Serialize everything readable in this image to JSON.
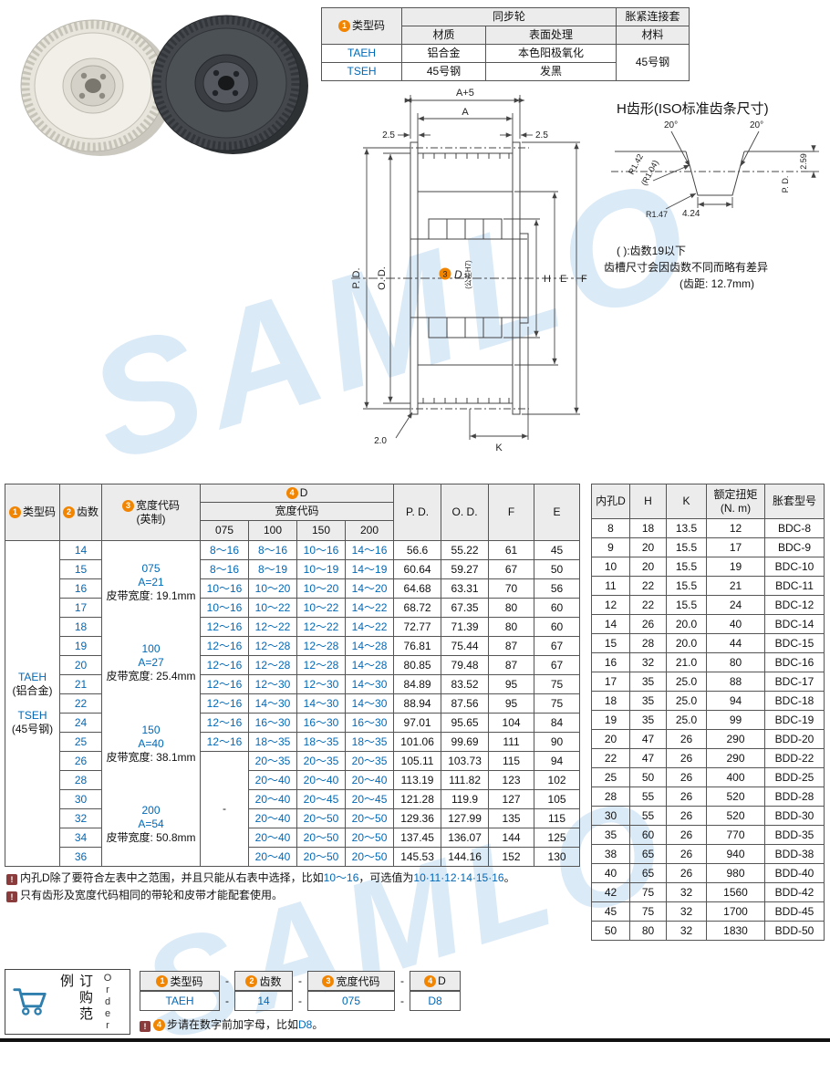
{
  "watermark": {
    "text": "SAMLO"
  },
  "spec_table": {
    "col_type": {
      "num": "1",
      "text": "类型码"
    },
    "col_pulley": "同步轮",
    "col_sleeve": "胀紧连接套",
    "sub_material": "材质",
    "sub_surface": "表面处理",
    "sub_sleeve_material": "材料",
    "rows": [
      {
        "code": "TAEH",
        "material": "铝合金",
        "surface": "本色阳极氧化"
      },
      {
        "code": "TSEH",
        "material": "45号钢",
        "surface": "发黑"
      }
    ],
    "sleeve_material": "45号钢"
  },
  "drawing": {
    "dim_a5": "A+5",
    "dim_a": "A",
    "dim_25l": "2.5",
    "dim_25r": "2.5",
    "dim_pd": "P. D.",
    "dim_od": "O. D.",
    "bore_num": "3",
    "bore_label": "D",
    "bore_tol": "(公差H7)",
    "dim_h": "H",
    "dim_e": "E",
    "dim_f": "F",
    "dim_k": "K",
    "dim_20": "2.0"
  },
  "tooth_profile": {
    "title": "H齿形(ISO标准齿条尺寸)",
    "angle_left": "20°",
    "angle_right": "20°",
    "r1": "R1.42",
    "r1b": "(R1.04)",
    "r2": "R1.47",
    "width": "4.24",
    "pd": "P. D.",
    "depth": "2.59",
    "note1": "( ):齿数19以下",
    "note2": "齿槽尺寸会因齿数不同而略有差异",
    "note3": "(齿距: 12.7mm)"
  },
  "main_table": {
    "h_type": {
      "num": "1",
      "text": "类型码"
    },
    "h_teeth": {
      "num": "2",
      "text": "齿数"
    },
    "h_width": {
      "num": "3",
      "text": "宽度代码",
      "text2": "(英制)"
    },
    "h_d": {
      "num": "4",
      "text": "D"
    },
    "h_width_code": "宽度代码",
    "d_cols": [
      "075",
      "100",
      "150",
      "200"
    ],
    "h_pd": "P. D.",
    "h_od": "O. D.",
    "h_f": "F",
    "h_e": "E",
    "type_codes": [
      {
        "code": "TAEH",
        "note": "(铝合金)"
      },
      {
        "code": "TSEH",
        "note": "(45号钢)"
      }
    ],
    "width_groups": [
      {
        "code": "075",
        "a": "A=21",
        "belt": "皮带宽度: 19.1mm"
      },
      {
        "code": "100",
        "a": "A=27",
        "belt": "皮带宽度: 25.4mm"
      },
      {
        "code": "150",
        "a": "A=40",
        "belt": "皮带宽度: 38.1mm"
      },
      {
        "code": "200",
        "a": "A=54",
        "belt": "皮带宽度: 50.8mm"
      }
    ],
    "dash": "-",
    "dash_from": 11,
    "rows": [
      {
        "teeth": "14",
        "d075": "8～16",
        "d100": "8～16",
        "d150": "10～16",
        "d200": "14～16",
        "pd": "56.6",
        "od": "55.22",
        "f": "61",
        "e": "45"
      },
      {
        "teeth": "15",
        "d075": "8～16",
        "d100": "8～19",
        "d150": "10～19",
        "d200": "14～19",
        "pd": "60.64",
        "od": "59.27",
        "f": "67",
        "e": "50"
      },
      {
        "teeth": "16",
        "d075": "10～16",
        "d100": "10～20",
        "d150": "10～20",
        "d200": "14～20",
        "pd": "64.68",
        "od": "63.31",
        "f": "70",
        "e": "56"
      },
      {
        "teeth": "17",
        "d075": "10～16",
        "d100": "10～22",
        "d150": "10～22",
        "d200": "14～22",
        "pd": "68.72",
        "od": "67.35",
        "f": "80",
        "e": "60"
      },
      {
        "teeth": "18",
        "d075": "12～16",
        "d100": "12～22",
        "d150": "12～22",
        "d200": "14～22",
        "pd": "72.77",
        "od": "71.39",
        "f": "80",
        "e": "60"
      },
      {
        "teeth": "19",
        "d075": "12～16",
        "d100": "12～28",
        "d150": "12～28",
        "d200": "14～28",
        "pd": "76.81",
        "od": "75.44",
        "f": "87",
        "e": "67"
      },
      {
        "teeth": "20",
        "d075": "12～16",
        "d100": "12～28",
        "d150": "12～28",
        "d200": "14～28",
        "pd": "80.85",
        "od": "79.48",
        "f": "87",
        "e": "67"
      },
      {
        "teeth": "21",
        "d075": "12～16",
        "d100": "12～30",
        "d150": "12～30",
        "d200": "14～30",
        "pd": "84.89",
        "od": "83.52",
        "f": "95",
        "e": "75"
      },
      {
        "teeth": "22",
        "d075": "12～16",
        "d100": "14～30",
        "d150": "14～30",
        "d200": "14～30",
        "pd": "88.94",
        "od": "87.56",
        "f": "95",
        "e": "75"
      },
      {
        "teeth": "24",
        "d075": "12～16",
        "d100": "16～30",
        "d150": "16～30",
        "d200": "16～30",
        "pd": "97.01",
        "od": "95.65",
        "f": "104",
        "e": "84"
      },
      {
        "teeth": "25",
        "d075": "12～16",
        "d100": "18～35",
        "d150": "18～35",
        "d200": "18～35",
        "pd": "101.06",
        "od": "99.69",
        "f": "111",
        "e": "90"
      },
      {
        "teeth": "26",
        "d100": "20～35",
        "d150": "20～35",
        "d200": "20～35",
        "pd": "105.11",
        "od": "103.73",
        "f": "115",
        "e": "94"
      },
      {
        "teeth": "28",
        "d100": "20～40",
        "d150": "20～40",
        "d200": "20～40",
        "pd": "113.19",
        "od": "111.82",
        "f": "123",
        "e": "102"
      },
      {
        "teeth": "30",
        "d100": "20～40",
        "d150": "20～45",
        "d200": "20～45",
        "pd": "121.28",
        "od": "119.9",
        "f": "127",
        "e": "105"
      },
      {
        "teeth": "32",
        "d100": "20～40",
        "d150": "20～50",
        "d200": "20～50",
        "pd": "129.36",
        "od": "127.99",
        "f": "135",
        "e": "115"
      },
      {
        "teeth": "34",
        "d100": "20～40",
        "d150": "20～50",
        "d200": "20～50",
        "pd": "137.45",
        "od": "136.07",
        "f": "144",
        "e": "125"
      },
      {
        "teeth": "36",
        "d100": "20～40",
        "d150": "20～50",
        "d200": "20～50",
        "pd": "145.53",
        "od": "144.16",
        "f": "152",
        "e": "130"
      }
    ]
  },
  "bushing_table": {
    "h_bore": "内孔D",
    "h_h": "H",
    "h_k": "K",
    "h_torque1": "额定扭矩",
    "h_torque2": "(N. m)",
    "h_model": "胀套型号",
    "rows": [
      [
        "8",
        "18",
        "13.5",
        "12",
        "BDC-8"
      ],
      [
        "9",
        "20",
        "15.5",
        "17",
        "BDC-9"
      ],
      [
        "10",
        "20",
        "15.5",
        "19",
        "BDC-10"
      ],
      [
        "11",
        "22",
        "15.5",
        "21",
        "BDC-11"
      ],
      [
        "12",
        "22",
        "15.5",
        "24",
        "BDC-12"
      ],
      [
        "14",
        "26",
        "20.0",
        "40",
        "BDC-14"
      ],
      [
        "15",
        "28",
        "20.0",
        "44",
        "BDC-15"
      ],
      [
        "16",
        "32",
        "21.0",
        "80",
        "BDC-16"
      ],
      [
        "17",
        "35",
        "25.0",
        "88",
        "BDC-17"
      ],
      [
        "18",
        "35",
        "25.0",
        "94",
        "BDC-18"
      ],
      [
        "19",
        "35",
        "25.0",
        "99",
        "BDC-19"
      ],
      [
        "20",
        "47",
        "26",
        "290",
        "BDD-20"
      ],
      [
        "22",
        "47",
        "26",
        "290",
        "BDD-22"
      ],
      [
        "25",
        "50",
        "26",
        "400",
        "BDD-25"
      ],
      [
        "28",
        "55",
        "26",
        "520",
        "BDD-28"
      ],
      [
        "30",
        "55",
        "26",
        "520",
        "BDD-30"
      ],
      [
        "35",
        "60",
        "26",
        "770",
        "BDD-35"
      ],
      [
        "38",
        "65",
        "26",
        "940",
        "BDD-38"
      ],
      [
        "40",
        "65",
        "26",
        "980",
        "BDD-40"
      ],
      [
        "42",
        "75",
        "32",
        "1560",
        "BDD-42"
      ],
      [
        "45",
        "75",
        "32",
        "1700",
        "BDD-45"
      ],
      [
        "50",
        "80",
        "32",
        "1830",
        "BDD-50"
      ]
    ]
  },
  "notes": [
    {
      "pre": "内孔D除了要符合左表中之范围，并且只能从右表中选择，比如",
      "hl1": "10～16",
      "mid": "，可选值为",
      "hl2": "10·11·12·14·15·16",
      "suf": "。"
    },
    {
      "pre": "只有齿形及宽度代码相同的带轮和皮带才能配套使用。",
      "hl1": "",
      "mid": "",
      "hl2": "",
      "suf": ""
    }
  ],
  "order": {
    "label_cn": "订购范例",
    "label_en": "Order",
    "headers": [
      {
        "num": "1",
        "text": "类型码"
      },
      {
        "num": "2",
        "text": "齿数"
      },
      {
        "num": "3",
        "text": "宽度代码"
      },
      {
        "num": "4",
        "text": "D"
      }
    ],
    "values": [
      "TAEH",
      "14",
      "075",
      "D8"
    ],
    "dash": "-",
    "note": {
      "num": "4",
      "pre": "步请在数字前加字母，比如",
      "hl": "D8",
      "suf": "。"
    }
  }
}
